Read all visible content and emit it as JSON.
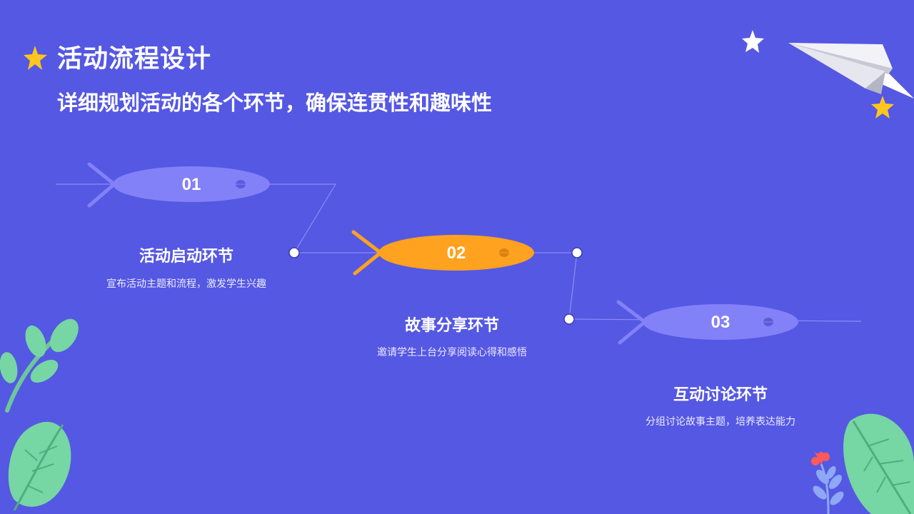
{
  "header": {
    "title": "活动流程设计",
    "subtitle": "详细规划活动的各个环节，确保连贯性和趣味性"
  },
  "steps": [
    {
      "number": "01",
      "title": "活动启动环节",
      "description": "宣布活动主题和流程，激发学生兴趣",
      "fish_color": "#8381F8"
    },
    {
      "number": "02",
      "title": "故事分享环节",
      "description": "邀请学生上台分享阅读心得和感悟",
      "fish_color": "#FFA21F"
    },
    {
      "number": "03",
      "title": "互动讨论环节",
      "description": "分组讨论故事主题，培养表达能力",
      "fish_color": "#8381F8"
    }
  ],
  "colors": {
    "background": "#5558E3",
    "accent_star": "#FFC61E",
    "leaf": "#76D6A4",
    "flower": "#FF5A5A"
  },
  "decorations": {
    "icons": [
      "star-icon",
      "paper-plane-icon",
      "leaf-icon",
      "flower-icon"
    ]
  }
}
